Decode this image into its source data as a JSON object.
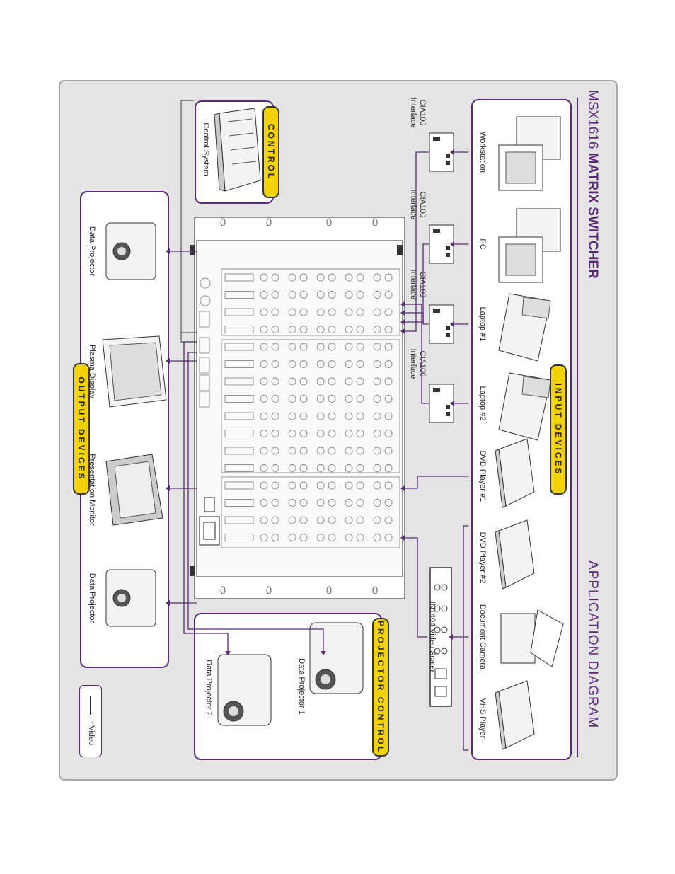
{
  "title": {
    "model": "MSX1616",
    "product": "MATRIX SWITCHER",
    "subtitle": "APPLICATION DIAGRAM"
  },
  "sections": {
    "input": "INPUT DEVICES",
    "output": "OUTPUT DEVICES",
    "control": "CONTROL",
    "projector_control": "PROJECTOR CONTROL"
  },
  "input_devices": [
    "Workstation",
    "PC",
    "Laptop #1",
    "Laptop #2",
    "DVD Player #1",
    "DVD Player #2",
    "Document Camera",
    "VHS Player"
  ],
  "interfaces": [
    "CIA100\nInterface",
    "CIA100\nInterface",
    "CIA100\nInterface",
    "CIA100\nInterface"
  ],
  "scaler": "IN1404 Video Scaler",
  "control_device": "Control System",
  "output_devices": [
    "Data Projector",
    "Plasma Display",
    "Presentation Monitor",
    "Data Projector"
  ],
  "projector_devices": [
    "Data Projector 1",
    "Data Projector 2"
  ],
  "legend": "=Video",
  "colors": {
    "accent": "#5a2a78",
    "pill": "#f2d200",
    "frame": "#e4e4e4"
  }
}
